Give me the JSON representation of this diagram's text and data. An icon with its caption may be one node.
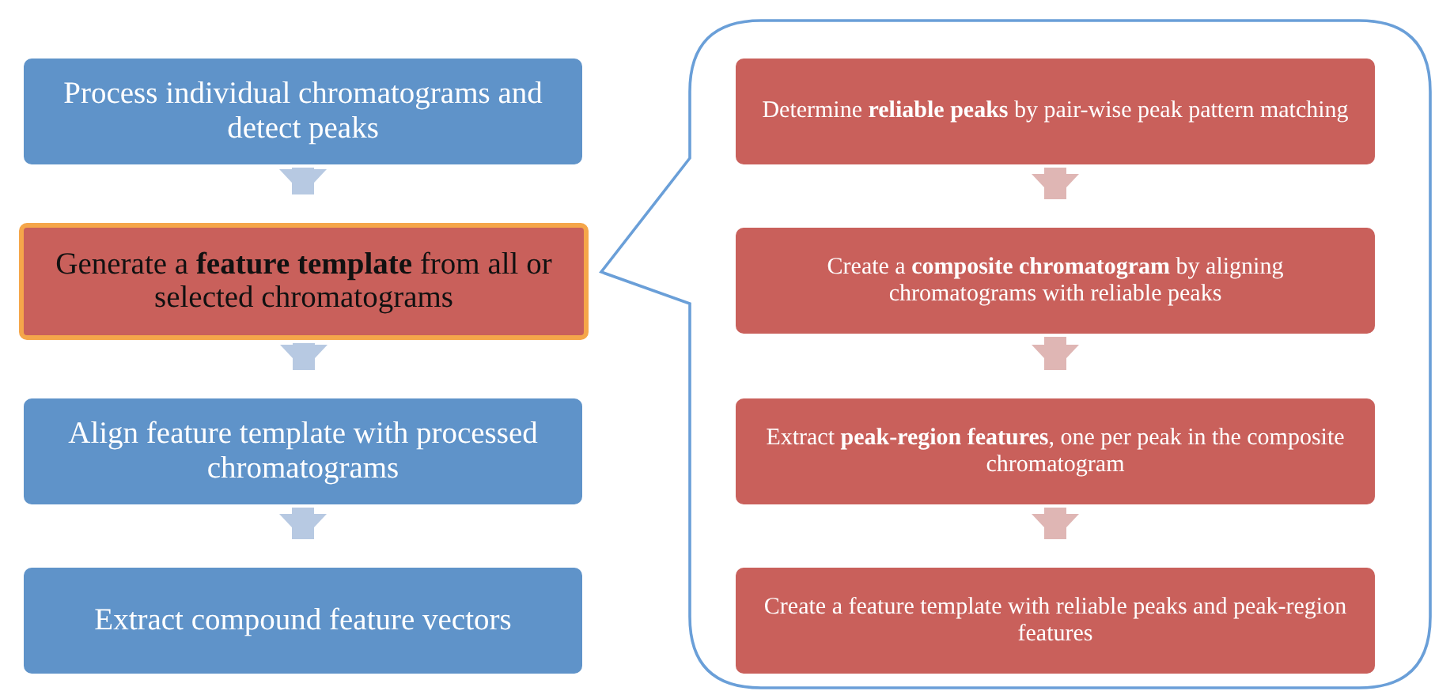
{
  "diagram": {
    "nodes": [
      {
        "text": [
          "Process individual chromatograms and detect peaks"
        ]
      },
      {
        "text": [
          "Generate a **feature template** from all or selected chromatograms"
        ]
      },
      {
        "text": [
          "Align feature template with processed chromatograms"
        ]
      },
      {
        "text": [
          "Extract compound feature vectors"
        ]
      },
      {
        "text": [],
        "shape": "callout"
      },
      {
        "text": [
          "Determine **reliable peaks** by pair-wise peak pattern matching"
        ],
        "in": 4
      },
      {
        "text": [
          "Create a **composite chromatogram** by aligning chromatograms with reliable peaks"
        ],
        "in": 4
      },
      {
        "text": [
          "Extract **peak-region features**, one per peak in the composite chromatogram"
        ],
        "in": 4
      },
      {
        "text": [
          "Create a feature template with reliable peaks and peak-region features"
        ],
        "in": 4
      }
    ],
    "edges": [
      {
        "from": 0,
        "to": 1,
        "arrow": "to"
      },
      {
        "from": 1,
        "to": 2,
        "arrow": "to"
      },
      {
        "from": 2,
        "to": 3,
        "arrow": "to"
      },
      {
        "from": 5,
        "to": 6,
        "arrow": "to",
        "color": "#dfb6b4"
      },
      {
        "from": 6,
        "to": 7,
        "arrow": "to",
        "color": "#dfb6b4"
      },
      {
        "from": 7,
        "to": 8,
        "arrow": "to",
        "color": "#dfb6b4"
      }
    ]
  }
}
